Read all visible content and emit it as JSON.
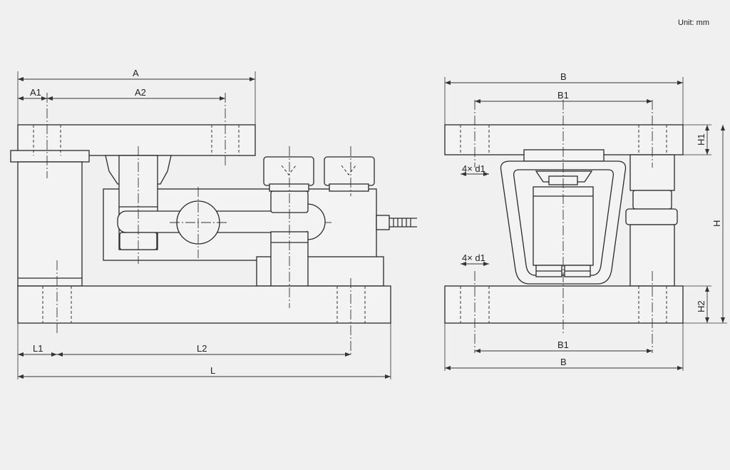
{
  "unit_label": "Unit: mm",
  "front_view": {
    "dims": {
      "A": "A",
      "A1": "A1",
      "A2": "A2",
      "L1": "L1",
      "L2": "L2",
      "L": "L"
    }
  },
  "side_view": {
    "dims": {
      "B_top": "B",
      "B1_top": "B1",
      "H1": "H1",
      "H": "H",
      "H2": "H2",
      "B1_bottom": "B1",
      "B_bottom": "B",
      "holes_top": "4× d1",
      "holes_bottom": "4× d1"
    }
  }
}
